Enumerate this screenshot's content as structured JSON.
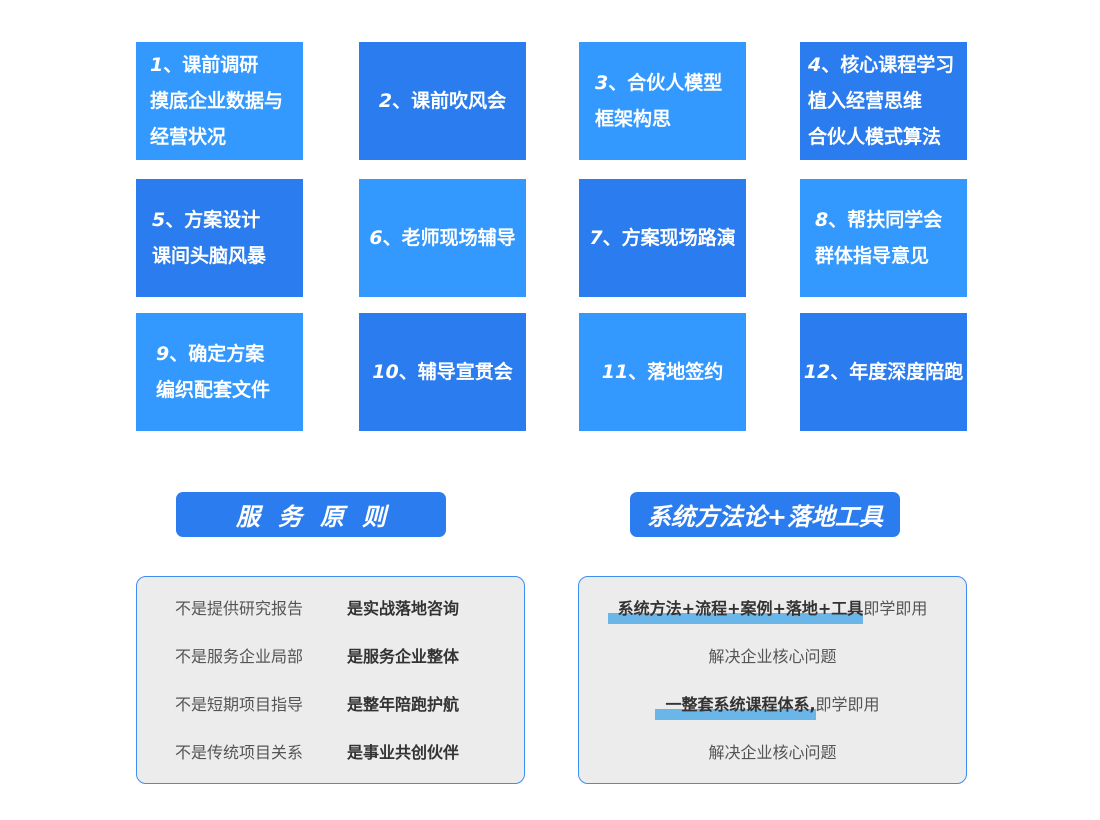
{
  "tiles": [
    {
      "num": "1",
      "lines": [
        "、课前调研",
        "摸底企业数据与",
        "经营状况"
      ]
    },
    {
      "num": "2",
      "lines": [
        "、课前吹风会"
      ]
    },
    {
      "num": "3",
      "lines": [
        "、合伙人模型",
        "框架构思"
      ]
    },
    {
      "num": "4",
      "lines": [
        "、核心课程学习",
        "植入经营思维",
        "合伙人模式算法"
      ]
    },
    {
      "num": "5",
      "lines": [
        "、方案设计",
        "课间头脑风暴"
      ]
    },
    {
      "num": "6",
      "lines": [
        "、老师现场辅导"
      ]
    },
    {
      "num": "7",
      "lines": [
        "、方案现场路演"
      ]
    },
    {
      "num": "8",
      "lines": [
        "、帮扶同学会",
        "群体指导意见"
      ]
    },
    {
      "num": "9",
      "lines": [
        "、确定方案",
        "编织配套文件"
      ]
    },
    {
      "num": "10",
      "lines": [
        "、辅导宣贯会"
      ]
    },
    {
      "num": "11",
      "lines": [
        "、落地签约"
      ]
    },
    {
      "num": "12",
      "lines": [
        "、年度深度陪跑"
      ]
    }
  ],
  "headers": {
    "service_principles": "服务原则",
    "methodology": "系统方法论+落地工具"
  },
  "principles": [
    {
      "not": "不是提供研究报告",
      "is": "是实战落地咨询"
    },
    {
      "not": "不是服务企业局部",
      "is": "是服务企业整体"
    },
    {
      "not": "不是短期项目指导",
      "is": "是整年陪跑护航"
    },
    {
      "not": "不是传统项目关系",
      "is": "是事业共创伙伴"
    }
  ],
  "methodology": {
    "line1_highlight": "系统方法+流程+案例+落地+工具",
    "line1_suffix": "即学即用",
    "line2": "解决企业核心问题",
    "line3_highlight": "一整套系统课程体系,",
    "line3_suffix": "即学即用",
    "line4": "解决企业核心问题"
  },
  "colors": {
    "tile_light": "#3399ff",
    "tile_dark": "#2b7cee",
    "header_blue": "#2b7cee",
    "panel_bg": "#ececec",
    "panel_border": "#3d8ef0",
    "highlight": "#6bb6e8"
  }
}
